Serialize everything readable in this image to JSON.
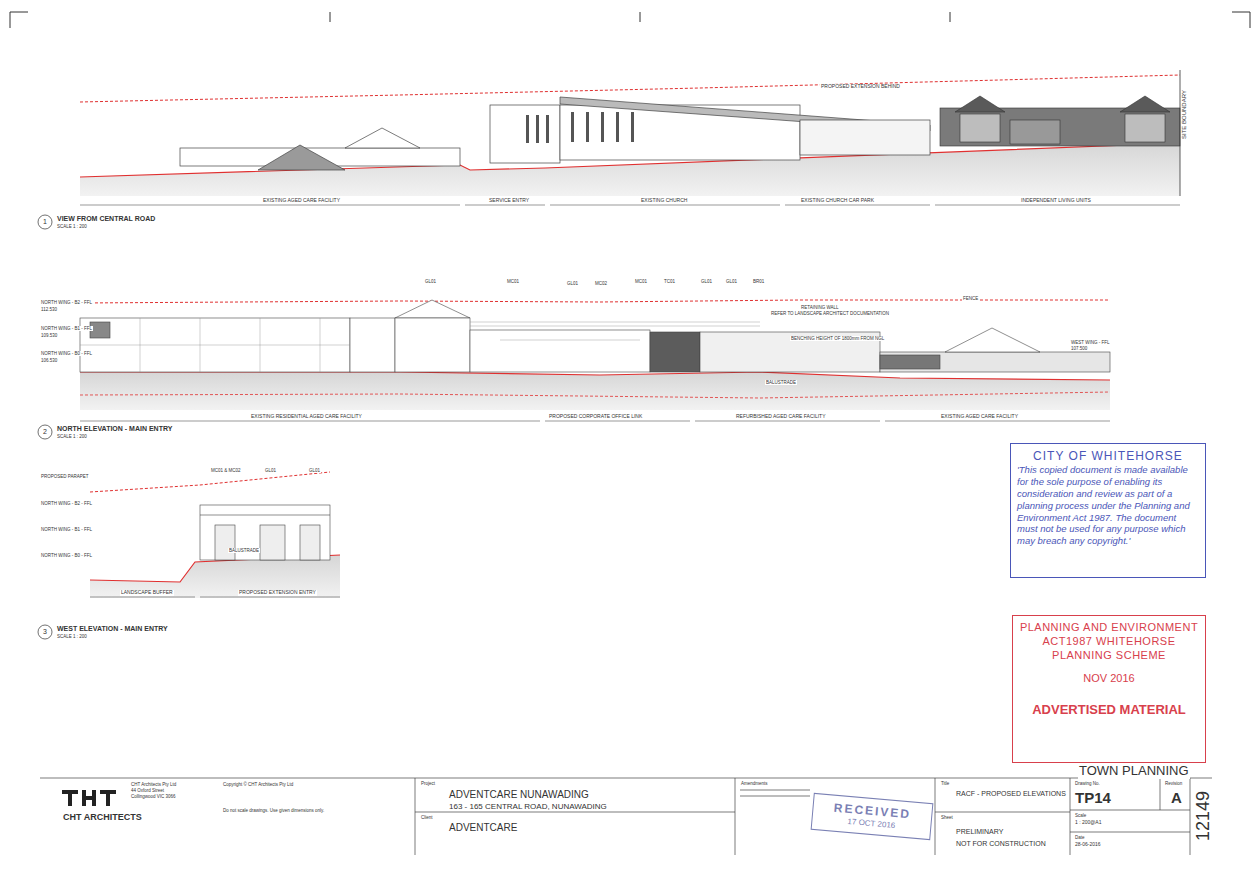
{
  "diagram": {
    "nodes": [
      {
        "text": [
          "CITY OF WHITEHORSE",
          "'This copied document is made available for the sole purpose of enabling its consideration and review as part of a planning process under the Planning and Environment Act 1987. The document must not be used for any purpose which may breach any copyright.'"
        ]
      },
      {
        "text": [
          "PLANNING AND ENVIRONMENT ACT1987 WHITEHORSE PLANNING SCHEME",
          "NOV 2016",
          "ADVERTISED MATERIAL"
        ]
      },
      {
        "text": [
          "RECEIVED",
          "17 OCT 2016"
        ]
      }
    ],
    "edges": [],
    "labels": [
      "PROPOSED EXTENSION BEHIND",
      "SITE BOUNDARY",
      "EXISTING AGED CARE FACILITY",
      "SERVICE ENTRY",
      "EXISTING CHURCH",
      "EXISTING CHURCH CAR PARK",
      "INDEPENDENT LIVING UNITS",
      "1",
      "VIEW FROM CENTRAL ROAD",
      "SCALE 1 : 200",
      "NORTH WING - B2 - FFL",
      "112.530",
      "NORTH WING - B1 - FFL",
      "109.530",
      "NORTH WING - B0 - FFL",
      "106.530",
      "GL01",
      "MC01",
      "GL01",
      "MC02",
      "MC01",
      "TC01",
      "GL01",
      "GL01",
      "BR01",
      "RETAINING WALL",
      "REFER TO LANDSCAPE ARCHITECT DOCUMENTATION",
      "BENCHING HEIGHT OF 1800mm FROM NGL",
      "FENCE",
      "WEST WING - FFL",
      "107.500",
      "BALUSTRADE",
      "EXISTING RESIDENTIAL AGED CARE FACILITY",
      "PROPOSED CORPORATE OFFICE LINK",
      "REFURBISHED AGED CARE FACILITY",
      "EXISTING AGED CARE FACILITY",
      "2",
      "NORTH ELEVATION - MAIN ENTRY",
      "SCALE 1 : 200",
      "PROPOSED PARAPET",
      "NORTH WING - B2 - FFL",
      "NORTH WING - B1 - FFL",
      "NORTH WING - B0 - FFL",
      "MC01 & MC02",
      "GL01",
      "GL01",
      "BALUSTRADE",
      "LANDSCAPE BUFFER",
      "PROPOSED EXTENSION ENTRY",
      "3",
      "WEST ELEVATION - MAIN ENTRY",
      "SCALE 1 : 200",
      "CHT ARCHITECTS",
      "CHT Architects Pty Ltd",
      "44 Oxford Street",
      "Collingwood VIC 3066",
      "Copyright © CHT Architects Pty Ltd",
      "Do not scale drawings. Use given dimensions only.",
      "Project",
      "ADVENTCARE NUNAWADING",
      "163 - 165 CENTRAL ROAD, NUNAWADING",
      "Client",
      "ADVENTCARE",
      "Amendments",
      "Title",
      "RACF - PROPOSED ELEVATIONS",
      "Sheet",
      "PRELIMINARY",
      "NOT FOR CONSTRUCTION",
      "TOWN PLANNING",
      "Drawing No.",
      "TP14",
      "Revision",
      "A",
      "Scale",
      "1 : 200@A1",
      "Date",
      "28-06-2016",
      "12149"
    ]
  }
}
